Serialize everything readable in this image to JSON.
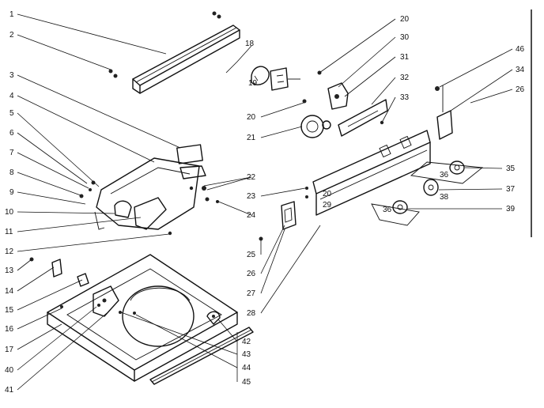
{
  "callouts": {
    "n1": "1",
    "n2": "2",
    "n3": "3",
    "n4": "4",
    "n5": "5",
    "n6": "6",
    "n7": "7",
    "n8": "8",
    "n9": "9",
    "n10": "10",
    "n11": "11",
    "n12": "12",
    "n13": "13",
    "n14": "14",
    "n15": "15",
    "n16": "16",
    "n17": "17",
    "n18": "18",
    "n19": "19",
    "n20a": "20",
    "n20b": "20",
    "n20c": "20",
    "n21": "21",
    "n22": "22",
    "n23": "23",
    "n24": "24",
    "n25": "25",
    "n26a": "26",
    "n26b": "26",
    "n27": "27",
    "n28": "28",
    "n29": "29",
    "n30": "30",
    "n31": "31",
    "n32": "32",
    "n33": "33",
    "n34": "34",
    "n35": "35",
    "n36a": "36",
    "n36b": "36",
    "n37": "37",
    "n38": "38",
    "n39": "39",
    "n40": "40",
    "n41": "41",
    "n42": "42",
    "n43": "43",
    "n44": "44",
    "n45": "45",
    "n46": "46"
  }
}
